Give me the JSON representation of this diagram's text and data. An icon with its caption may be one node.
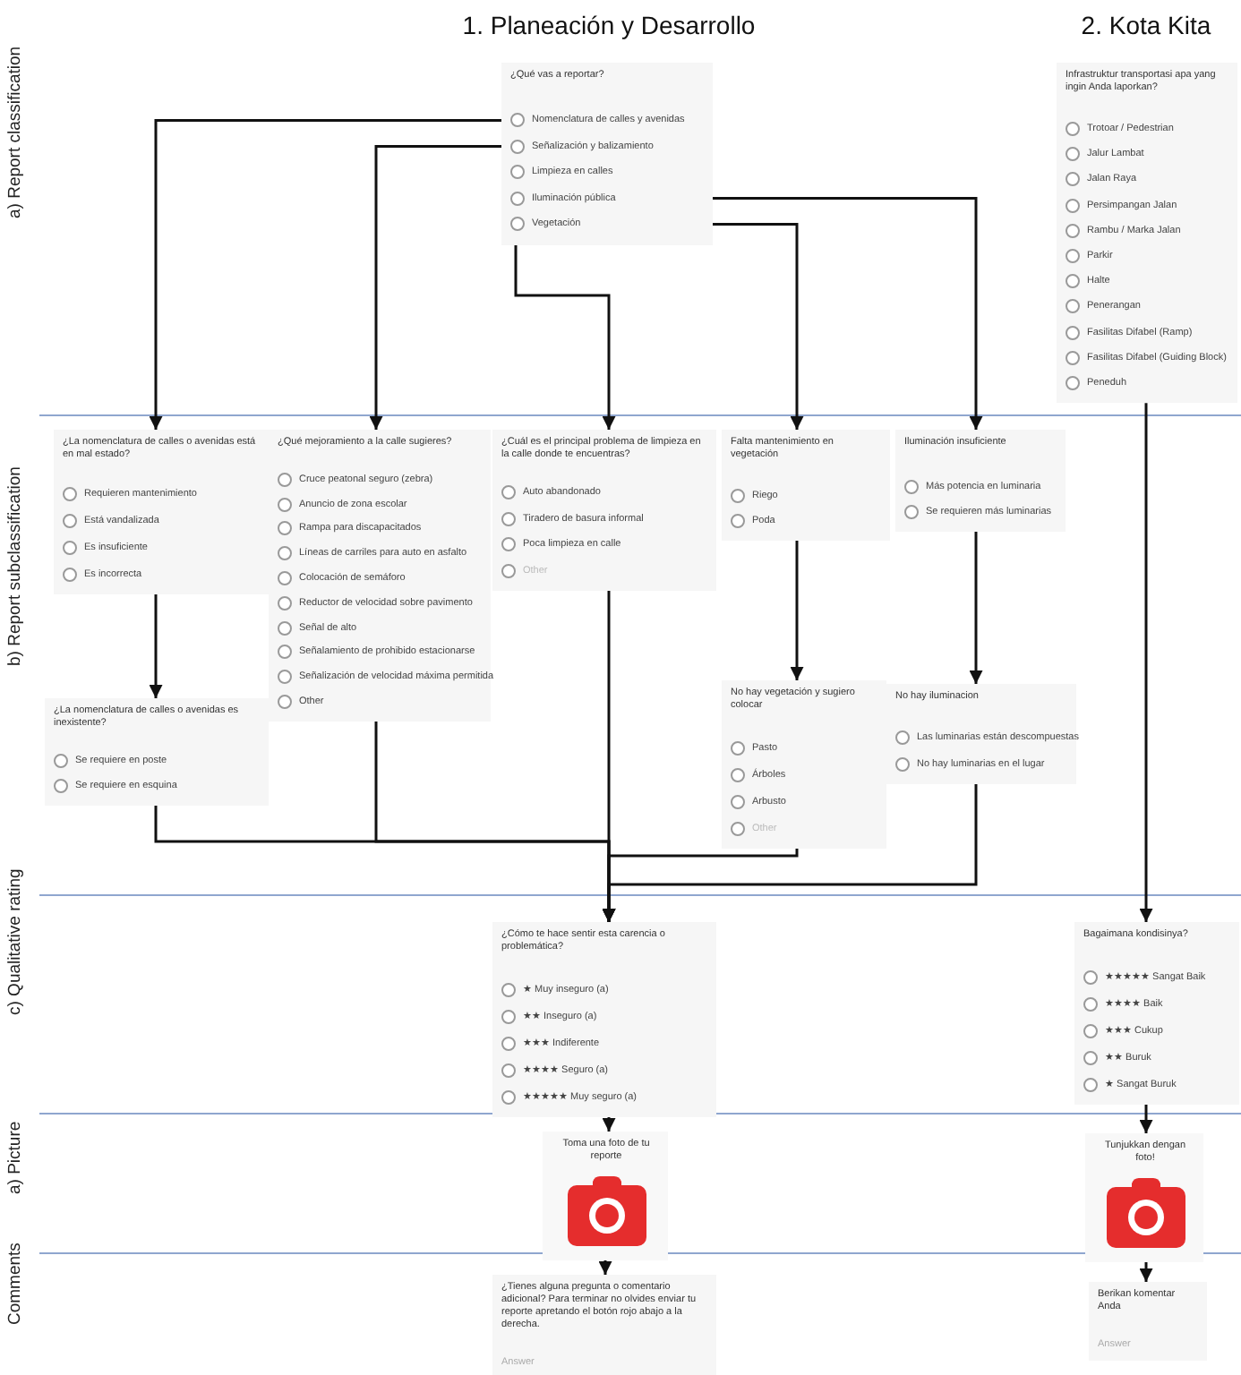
{
  "diagram": {
    "nodes": [
      {
        "text": [
          "¿Qué vas a reportar?",
          "Nomenclatura de calles y avenidas",
          "Señalización y balizamiento",
          "Limpieza en calles",
          "Iluminación pública",
          "Vegetación"
        ]
      },
      {
        "text": [
          "Infrastruktur transportasi apa yang ingin Anda laporkan?",
          "Trotoar / Pedestrian",
          "Jalur Lambat",
          "Jalan Raya",
          "Persimpangan Jalan",
          "Rambu / Marka Jalan",
          "Parkir",
          "Halte",
          "Penerangan",
          "Fasilitas Difabel (Ramp)",
          "Fasilitas Difabel (Guiding Block)",
          "Peneduh"
        ]
      },
      {
        "text": [
          "¿La nomenclatura de calles o avenidas está en mal estado?",
          "Requieren mantenimiento",
          "Está vandalizada",
          "Es insuficiente",
          "Es incorrecta"
        ]
      },
      {
        "text": [
          "¿Qué mejoramiento a la calle sugieres?",
          "Cruce peatonal seguro (zebra)",
          "Anuncio de zona escolar",
          "Rampa para discapacitados",
          "Líneas de carriles para auto en asfalto",
          "Colocación de semáforo",
          "Reductor de velocidad sobre pavimento",
          "Señal de alto",
          "Señalamiento de prohibido estacionarse",
          "Señalización de velocidad máxima permitida",
          "Other"
        ]
      },
      {
        "text": [
          "¿Cuál es el principal problema de limpieza en la calle donde te encuentras?",
          "Auto abandonado",
          "Tiradero de basura informal",
          "Poca limpieza en calle",
          "Other"
        ]
      },
      {
        "text": [
          "Falta mantenimiento en vegetación",
          "Riego",
          "Poda"
        ]
      },
      {
        "text": [
          "Iluminación insuficiente",
          "Más potencia en luminaria",
          "Se requieren más luminarias"
        ]
      },
      {
        "text": [
          "¿La nomenclatura de calles o avenidas es inexistente?",
          "Se requiere en poste",
          "Se requiere en esquina"
        ]
      },
      {
        "text": [
          "No hay vegetación y sugiero colocar",
          "Pasto",
          "Árboles",
          "Arbusto",
          "Other"
        ]
      },
      {
        "text": [
          "No hay iluminacion",
          "Las luminarias están descompuestas",
          "No hay luminarias en el lugar"
        ]
      },
      {
        "text": [
          "¿Cómo te hace sentir esta carencia o problemática?",
          "★ Muy inseguro (a)",
          "★★ Inseguro (a)",
          "★★★ Indiferente",
          "★★★★ Seguro (a)",
          "★★★★★ Muy seguro (a)"
        ]
      },
      {
        "text": [
          "Bagaimana kondisinya?",
          "★★★★★ Sangat Baik",
          "★★★★ Baik",
          "★★★ Cukup",
          "★★ Buruk",
          "★ Sangat Buruk"
        ]
      },
      {
        "text": [
          "Toma una foto de tu reporte"
        ]
      },
      {
        "text": [
          "Tunjukkan dengan foto!"
        ]
      },
      {
        "text": [
          "¿Tienes alguna pregunta o comentario adicional? Para terminar no olvides enviar tu reporte apretando el botón rojo abajo a la derecha.",
          "Answer"
        ]
      },
      {
        "text": [
          "Berikan komentar Anda",
          "Answer"
        ]
      }
    ],
    "edges": [
      {
        "from": 0,
        "to": 2,
        "arrow": "to"
      },
      {
        "from": 0,
        "to": 3,
        "arrow": "to"
      },
      {
        "from": 0,
        "to": 4,
        "arrow": "to"
      },
      {
        "from": 0,
        "to": 6,
        "arrow": "to"
      },
      {
        "from": 0,
        "to": 5,
        "arrow": "to"
      },
      {
        "from": 1,
        "to": 11,
        "arrow": "to"
      },
      {
        "from": 2,
        "to": 7,
        "arrow": "to"
      },
      {
        "from": 5,
        "to": 8,
        "arrow": "to"
      },
      {
        "from": 6,
        "to": 9,
        "arrow": "to"
      },
      {
        "from": 7,
        "to": 10,
        "arrow": "to"
      },
      {
        "from": 3,
        "to": 10,
        "arrow": "to"
      },
      {
        "from": 4,
        "to": 10,
        "arrow": "to"
      },
      {
        "from": 8,
        "to": 10,
        "arrow": "to"
      },
      {
        "from": 9,
        "to": 10,
        "arrow": "to"
      },
      {
        "from": 10,
        "to": 12,
        "arrow": "to"
      },
      {
        "from": 11,
        "to": 13,
        "arrow": "to"
      },
      {
        "from": 12,
        "to": 14,
        "arrow": "to"
      },
      {
        "from": 13,
        "to": 15,
        "arrow": "to"
      }
    ],
    "labels": [
      "1. Planeación y Desarrollo",
      "2. Kota Kita",
      "a) Report classification",
      "b) Report subclassification",
      "c) Qualitative rating",
      "a) Picture",
      "Comments"
    ]
  }
}
